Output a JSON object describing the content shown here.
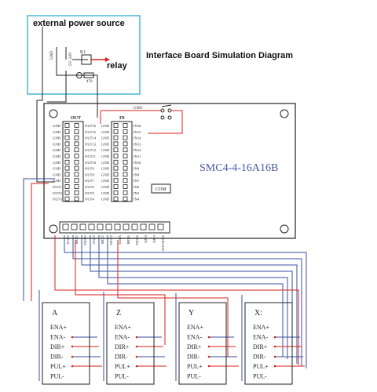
{
  "title": "Interface Board Simulation Diagram",
  "power": {
    "label": "external power source",
    "pins": [
      "GND",
      "5V~24V"
    ],
    "relay_label": "relay",
    "relay_ref": "K1",
    "resistor_value": "470"
  },
  "board": {
    "model": "SMC4-4-16A16B",
    "out_header": "OUT",
    "in_header": "IN",
    "gnd_top": "GND",
    "com_label": "COM",
    "out_left_labels": [
      "GND",
      "GND",
      "GND",
      "GND",
      "GND",
      "GND",
      "GND",
      "GND",
      "GND",
      "GND",
      "OUT1",
      "OUT2",
      "OUT3"
    ],
    "out_right_labels": [
      "OUT16",
      "OUT15",
      "OUT14",
      "OUT13",
      "OUT12",
      "OUT11",
      "OUT10",
      "OUT9",
      "OUT8",
      "OUT7",
      "OUT6",
      "OUT5",
      "OUT4"
    ],
    "in_left_labels": [
      "GND",
      "GND",
      "GND",
      "GND",
      "GND",
      "GND",
      "GND",
      "GND",
      "GND",
      "GND",
      "GND",
      "GND",
      "GND"
    ],
    "in_right_labels": [
      "IN16",
      "IN15",
      "IN14",
      "IN13",
      "IN12",
      "IN11",
      "IN10",
      "IN9",
      "IN8",
      "IN7",
      "IN6",
      "IN5",
      "IN4"
    ],
    "bottom_terminals": [
      "A PUL",
      "A DIR",
      "A ENA",
      "Z PUL",
      "Z DIR",
      "Z ENA",
      "Y PUL",
      "Y DIR",
      "Y ENA",
      "GND",
      "GND",
      "Y ENA12V+"
    ]
  },
  "drivers": [
    {
      "axis": "A",
      "pins": [
        "ENA+",
        "ENA-",
        "DIR+",
        "DIR-",
        "PUL+",
        "PUL-"
      ]
    },
    {
      "axis": "Z",
      "pins": [
        "ENA+",
        "ENA-",
        "DIR+",
        "DIR-",
        "PUL+",
        "PUL-"
      ]
    },
    {
      "axis": "Y",
      "pins": [
        "ENA+",
        "ENA-",
        "DIR+",
        "DIR-",
        "PUL+",
        "PUL-"
      ]
    },
    {
      "axis": "X:",
      "pins": [
        "ENA+",
        "ENA-",
        "DIR+",
        "DIR-",
        "PUL+",
        "PUL-"
      ]
    }
  ]
}
